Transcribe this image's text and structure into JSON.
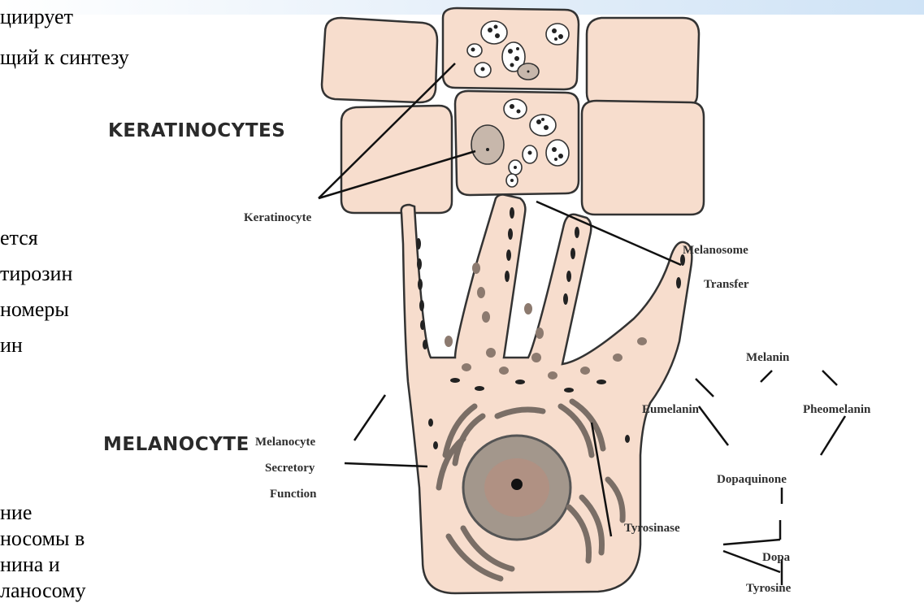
{
  "left_text": {
    "top_lines": [
      "циирует",
      "щий к синтезу"
    ],
    "mid_lines": [
      "ется",
      "тирозин",
      "номеры",
      "ин"
    ],
    "bottom_lines": [
      "ние",
      "носомы в",
      "нина и",
      "ланосому"
    ]
  },
  "headings": {
    "keratinocytes": "KERATINOCYTES",
    "melanocyte": "MELANOCYTE"
  },
  "labels": {
    "keratinocyte": "Keratinocyte",
    "melanosome": "Melanosome",
    "transfer": "Transfer",
    "melanocyte": "Melanocyte",
    "secretory": "Secretory",
    "function": "Function",
    "melanin": "Melanin",
    "eumelanin": "Eumelanin",
    "pheomelanin": "Pheomelanin",
    "dopaquinone": "Dopaquinone",
    "tyrosinase": "Tyrosinase",
    "dopa": "Dopa",
    "tyrosine": "Tyrosine"
  },
  "colors": {
    "cell_fill": "#f7ddcd",
    "outline": "#333333",
    "nucleus": "#b39a88",
    "organelle": "#8c7a6f",
    "granule": "#222222"
  }
}
